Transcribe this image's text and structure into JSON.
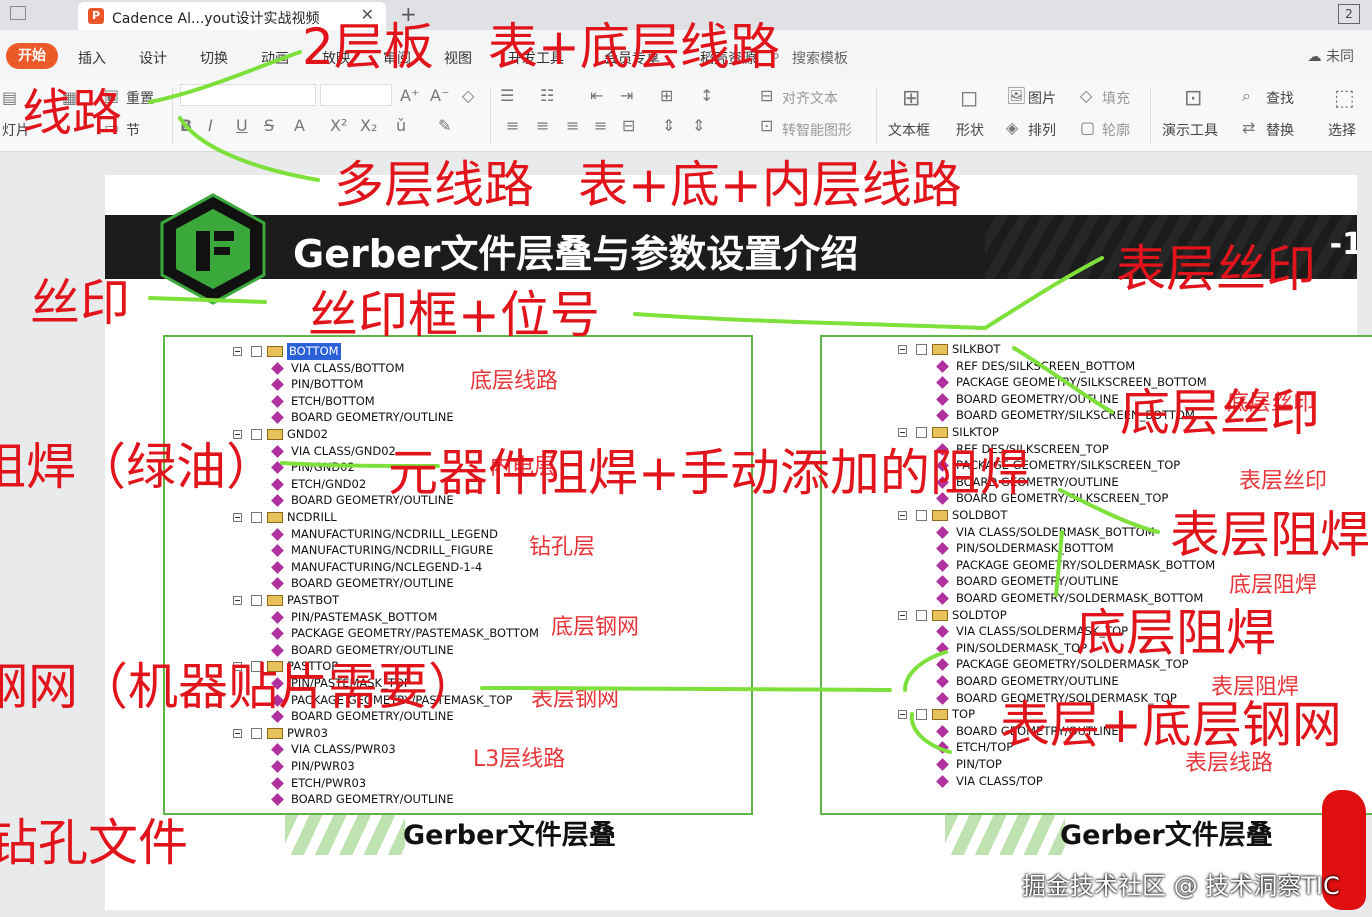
{
  "window": {
    "tab_title": "Cadence Al...yout设计实战视频",
    "page_indicator": "2"
  },
  "ribbon": {
    "tabs": [
      "开始",
      "插入",
      "设计",
      "切换",
      "动画",
      "放映",
      "审阅",
      "视图",
      "开发工具",
      "会员专享",
      "稻壳资源",
      "搜索模板"
    ],
    "cloud": "未同",
    "toolbar": {
      "reset": "重置",
      "section": "节",
      "slide": "灯片",
      "align_text": "对齐文本",
      "smart_shape": "转智能图形",
      "textbox": "文本框",
      "shape": "形状",
      "picture": "图片",
      "arrange": "排列",
      "fill": "填充",
      "outline": "轮廓",
      "presenter": "演示工具",
      "find": "查找",
      "replace": "替换",
      "select": "选择"
    }
  },
  "slide": {
    "banner_title": "Gerber文件层叠与参数设置介绍",
    "banner_tail": "-1",
    "left_footer": "Gerber文件层叠",
    "right_footer": "Gerber文件层叠",
    "left_tree": [
      {
        "type": "group",
        "label": "BOTTOM",
        "selected": true
      },
      {
        "type": "item",
        "label": "VIA CLASS/BOTTOM"
      },
      {
        "type": "item",
        "label": "PIN/BOTTOM"
      },
      {
        "type": "item",
        "label": "ETCH/BOTTOM"
      },
      {
        "type": "item",
        "label": "BOARD GEOMETRY/OUTLINE"
      },
      {
        "type": "group",
        "label": "GND02"
      },
      {
        "type": "item",
        "label": "VIA CLASS/GND02"
      },
      {
        "type": "item",
        "label": "PIN/GND02"
      },
      {
        "type": "item",
        "label": "ETCH/GND02"
      },
      {
        "type": "item",
        "label": "BOARD GEOMETRY/OUTLINE"
      },
      {
        "type": "group",
        "label": "NCDRILL"
      },
      {
        "type": "item",
        "label": "MANUFACTURING/NCDRILL_LEGEND"
      },
      {
        "type": "item",
        "label": "MANUFACTURING/NCDRILL_FIGURE"
      },
      {
        "type": "item",
        "label": "MANUFACTURING/NCLEGEND-1-4"
      },
      {
        "type": "item",
        "label": "BOARD GEOMETRY/OUTLINE"
      },
      {
        "type": "group",
        "label": "PASTBOT"
      },
      {
        "type": "item",
        "label": "PIN/PASTEMASK_BOTTOM"
      },
      {
        "type": "item",
        "label": "PACKAGE GEOMETRY/PASTEMASK_BOTTOM"
      },
      {
        "type": "item",
        "label": "BOARD GEOMETRY/OUTLINE"
      },
      {
        "type": "group",
        "label": "PASTTOP"
      },
      {
        "type": "item",
        "label": "PIN/PASTEMASK_TOP"
      },
      {
        "type": "item",
        "label": "PACKAGE GEOMETRY/PASTEMASK_TOP"
      },
      {
        "type": "item",
        "label": "BOARD GEOMETRY/OUTLINE"
      },
      {
        "type": "group",
        "label": "PWR03"
      },
      {
        "type": "item",
        "label": "VIA CLASS/PWR03"
      },
      {
        "type": "item",
        "label": "PIN/PWR03"
      },
      {
        "type": "item",
        "label": "ETCH/PWR03"
      },
      {
        "type": "item",
        "label": "BOARD GEOMETRY/OUTLINE"
      }
    ],
    "right_tree": [
      {
        "type": "group",
        "label": "SILKBOT"
      },
      {
        "type": "item",
        "label": "REF DES/SILKSCREEN_BOTTOM"
      },
      {
        "type": "item",
        "label": "PACKAGE GEOMETRY/SILKSCREEN_BOTTOM"
      },
      {
        "type": "item",
        "label": "BOARD GEOMETRY/OUTLINE"
      },
      {
        "type": "item",
        "label": "BOARD GEOMETRY/SILKSCREEN_BOTTOM"
      },
      {
        "type": "group",
        "label": "SILKTOP"
      },
      {
        "type": "item",
        "label": "REF DES/SILKSCREEN_TOP"
      },
      {
        "type": "item",
        "label": "PACKAGE GEOMETRY/SILKSCREEN_TOP"
      },
      {
        "type": "item",
        "label": "BOARD GEOMETRY/OUTLINE"
      },
      {
        "type": "item",
        "label": "BOARD GEOMETRY/SILKSCREEN_TOP"
      },
      {
        "type": "group",
        "label": "SOLDBOT"
      },
      {
        "type": "item",
        "label": "VIA CLASS/SOLDERMASK_BOTTOM"
      },
      {
        "type": "item",
        "label": "PIN/SOLDERMASK_BOTTOM"
      },
      {
        "type": "item",
        "label": "PACKAGE GEOMETRY/SOLDERMASK_BOTTOM"
      },
      {
        "type": "item",
        "label": "BOARD GEOMETRY/OUTLINE"
      },
      {
        "type": "item",
        "label": "BOARD GEOMETRY/SOLDERMASK_BOTTOM"
      },
      {
        "type": "group",
        "label": "SOLDTOP"
      },
      {
        "type": "item",
        "label": "VIA CLASS/SOLDERMASK_TOP"
      },
      {
        "type": "item",
        "label": "PIN/SOLDERMASK_TOP"
      },
      {
        "type": "item",
        "label": "PACKAGE GEOMETRY/SOLDERMASK_TOP"
      },
      {
        "type": "item",
        "label": "BOARD GEOMETRY/OUTLINE"
      },
      {
        "type": "item",
        "label": "BOARD GEOMETRY/SOLDERMASK_TOP"
      },
      {
        "type": "group",
        "label": "TOP"
      },
      {
        "type": "item",
        "label": "BOARD GEOMETRY/OUTLINE"
      },
      {
        "type": "item",
        "label": "ETCH/TOP"
      },
      {
        "type": "item",
        "label": "PIN/TOP"
      },
      {
        "type": "item",
        "label": "VIA CLASS/TOP"
      }
    ],
    "slide_notes": {
      "bottom_route": "底层线路",
      "gnd_layer": "内电层",
      "drill": "钻孔层",
      "bottom_paste": "底层钢网",
      "top_paste": "表层钢网",
      "l3": "L3层线路",
      "bottom_silk": "底层丝印",
      "top_silk": "表层丝印",
      "bottom_mask": "底层阻焊",
      "top_mask": "表层阻焊",
      "top_route": "表层线路"
    }
  },
  "annotations": {
    "two_layer": "2层板",
    "top_bottom": "表+底层线路",
    "route": "线路",
    "multi_layer": "多层线路",
    "top_bottom_inner": "表+底+内层线路",
    "silk": "丝印",
    "silk_frame": "丝印框+位号",
    "top_silk": "表层丝印",
    "bottom_silk": "底层丝印",
    "soldermask": "阻焊（绿油）",
    "comp_mask": "元器件阻焊+手动添加的阻焊",
    "top_mask": "表层阻焊",
    "bottom_mask": "底层阻焊",
    "stencil": "钢网（机器贴片需要）",
    "both_stencil": "表层+底层钢网",
    "drill_file": "钻孔文件"
  },
  "watermark": "掘金技术社区 @ 技术洞察TIC",
  "colors": {
    "accent": "#ec5a2a",
    "annotation": "#e0141a",
    "highlight": "#7ee03a",
    "panel_border": "#5fb446"
  }
}
